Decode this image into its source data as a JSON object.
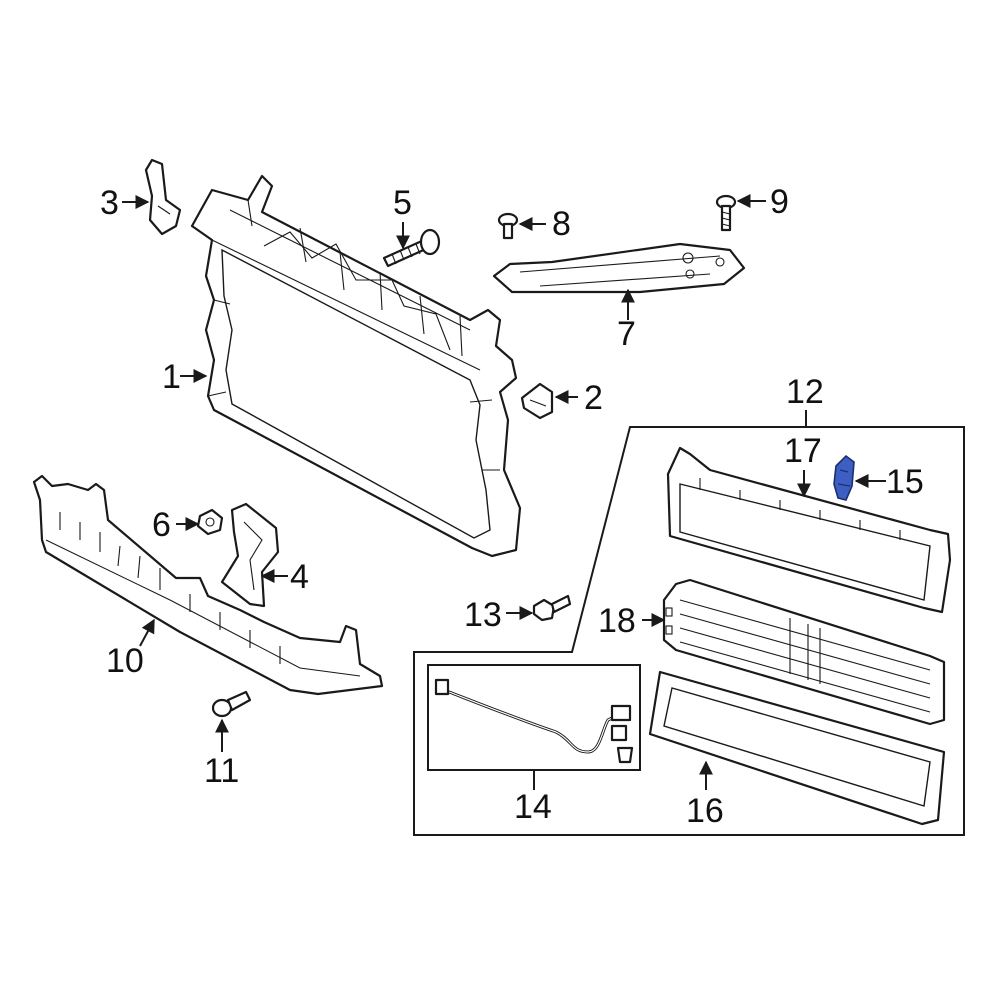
{
  "callouts": {
    "c1": "1",
    "c2": "2",
    "c3": "3",
    "c4": "4",
    "c5": "5",
    "c6": "6",
    "c7": "7",
    "c8": "8",
    "c9": "9",
    "c10": "10",
    "c11": "11",
    "c12": "12",
    "c13": "13",
    "c14": "14",
    "c15": "15",
    "c16": "16",
    "c17": "17",
    "c18": "18"
  },
  "colors": {
    "highlight_part": "#3d5fc4",
    "line": "#1a1a1a",
    "background": "#ffffff"
  },
  "highlighted_part": "15"
}
